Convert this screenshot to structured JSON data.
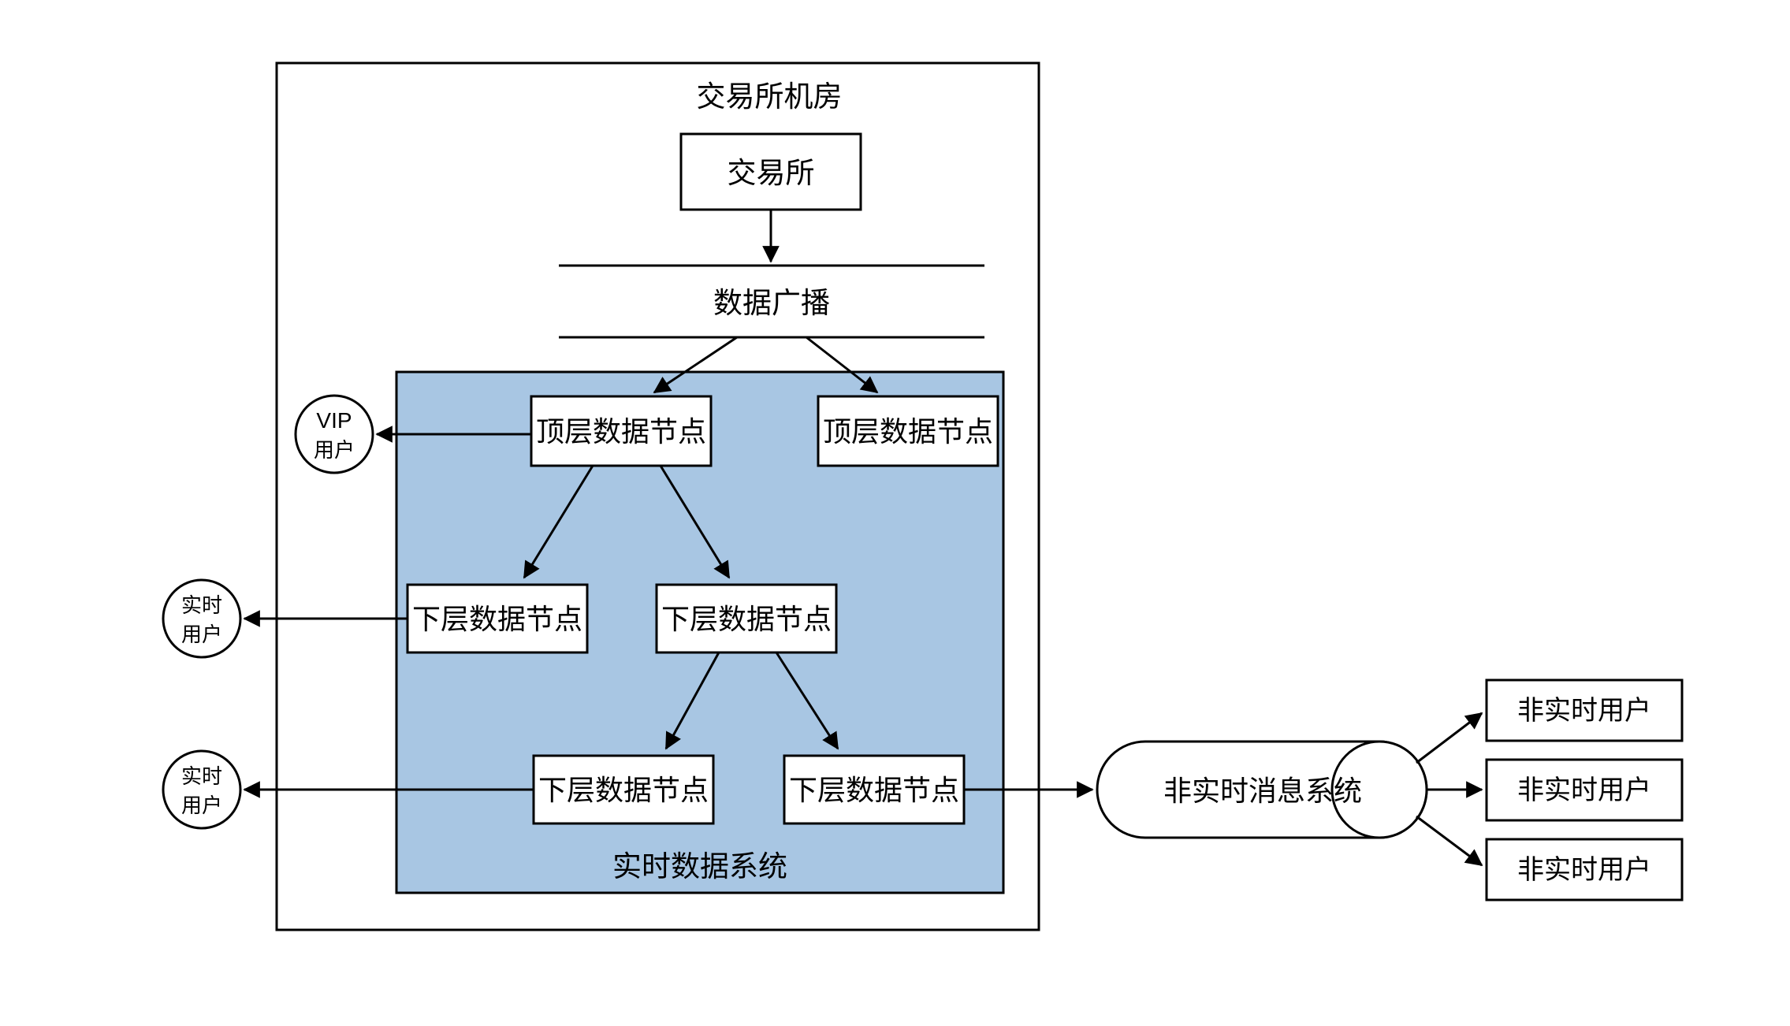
{
  "diagram": {
    "title": "交易所机房",
    "colors": {
      "realtime_zone_fill": "#a8c6e3",
      "stroke": "#000000",
      "node_fill": "#ffffff",
      "canvas": "#ffffff"
    },
    "containers": {
      "exchange_room": {
        "label": "交易所机房"
      },
      "realtime_system": {
        "label": "实时数据系统"
      }
    },
    "nodes": {
      "exchange": {
        "label": "交易所"
      },
      "broadcast": {
        "label": "数据广播"
      },
      "top_node_left": {
        "label": "顶层数据节点"
      },
      "top_node_right": {
        "label": "顶层数据节点"
      },
      "lower_node_1": {
        "label": "下层数据节点"
      },
      "lower_node_2": {
        "label": "下层数据节点"
      },
      "lower_node_3": {
        "label": "下层数据节点"
      },
      "lower_node_4": {
        "label": "下层数据节点"
      },
      "message_system": {
        "label": "非实时消息系统"
      }
    },
    "actors": {
      "vip_user": {
        "line1": "VIP",
        "line2": "用户"
      },
      "realtime_user_1": {
        "line1": "实时",
        "line2": "用户"
      },
      "realtime_user_2": {
        "line1": "实时",
        "line2": "用户"
      },
      "offline_user_1": {
        "label": "非实时用户"
      },
      "offline_user_2": {
        "label": "非实时用户"
      },
      "offline_user_3": {
        "label": "非实时用户"
      }
    },
    "edges": [
      {
        "from": "exchange",
        "to": "broadcast"
      },
      {
        "from": "broadcast",
        "to": "top_node_left"
      },
      {
        "from": "broadcast",
        "to": "top_node_right"
      },
      {
        "from": "top_node_left",
        "to": "vip_user"
      },
      {
        "from": "top_node_left",
        "to": "lower_node_1"
      },
      {
        "from": "top_node_left",
        "to": "lower_node_2"
      },
      {
        "from": "lower_node_1",
        "to": "realtime_user_1"
      },
      {
        "from": "lower_node_2",
        "to": "lower_node_3"
      },
      {
        "from": "lower_node_2",
        "to": "lower_node_4"
      },
      {
        "from": "lower_node_3",
        "to": "realtime_user_2"
      },
      {
        "from": "lower_node_4",
        "to": "message_system"
      },
      {
        "from": "message_system",
        "to": "offline_user_1"
      },
      {
        "from": "message_system",
        "to": "offline_user_2"
      },
      {
        "from": "message_system",
        "to": "offline_user_3"
      }
    ]
  }
}
